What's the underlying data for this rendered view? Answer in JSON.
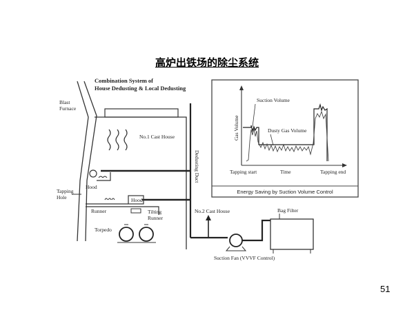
{
  "title": "高炉出铁场的除尘系统",
  "page_number": "51",
  "diagram": {
    "heading_line1": "Combination System of",
    "heading_line2": "House Dedusting & Local Dedusting",
    "blast_furnace_1": "Blast",
    "blast_furnace_2": "Furnace",
    "cast_house_1": "No.1 Cast House",
    "dedusting_duct": "Dedusting Duct",
    "tapping_hole_1": "Tapping",
    "tapping_hole_2": "Hole",
    "hood_upper": "Hood",
    "hood_lower": "Hood",
    "runner": "Runner",
    "tilting_runner_1": "Tilting",
    "tilting_runner_2": "Runner",
    "torpedo": "Torpedo",
    "cast_house_2": "No.2 Cast House",
    "bag_filter": "Bag Filter",
    "suction_fan": "Suction Fan (VVVF Control)"
  },
  "inset": {
    "y_axis_label": "Gas Volume",
    "suction_volume": "Suction Volume",
    "dusty_gas_volume": "Dusty Gas Volume",
    "tapping_start": "Tapping start",
    "time": "Time",
    "tapping_end": "Tapping end",
    "caption": "Energy Saving by Suction Volume Control"
  }
}
